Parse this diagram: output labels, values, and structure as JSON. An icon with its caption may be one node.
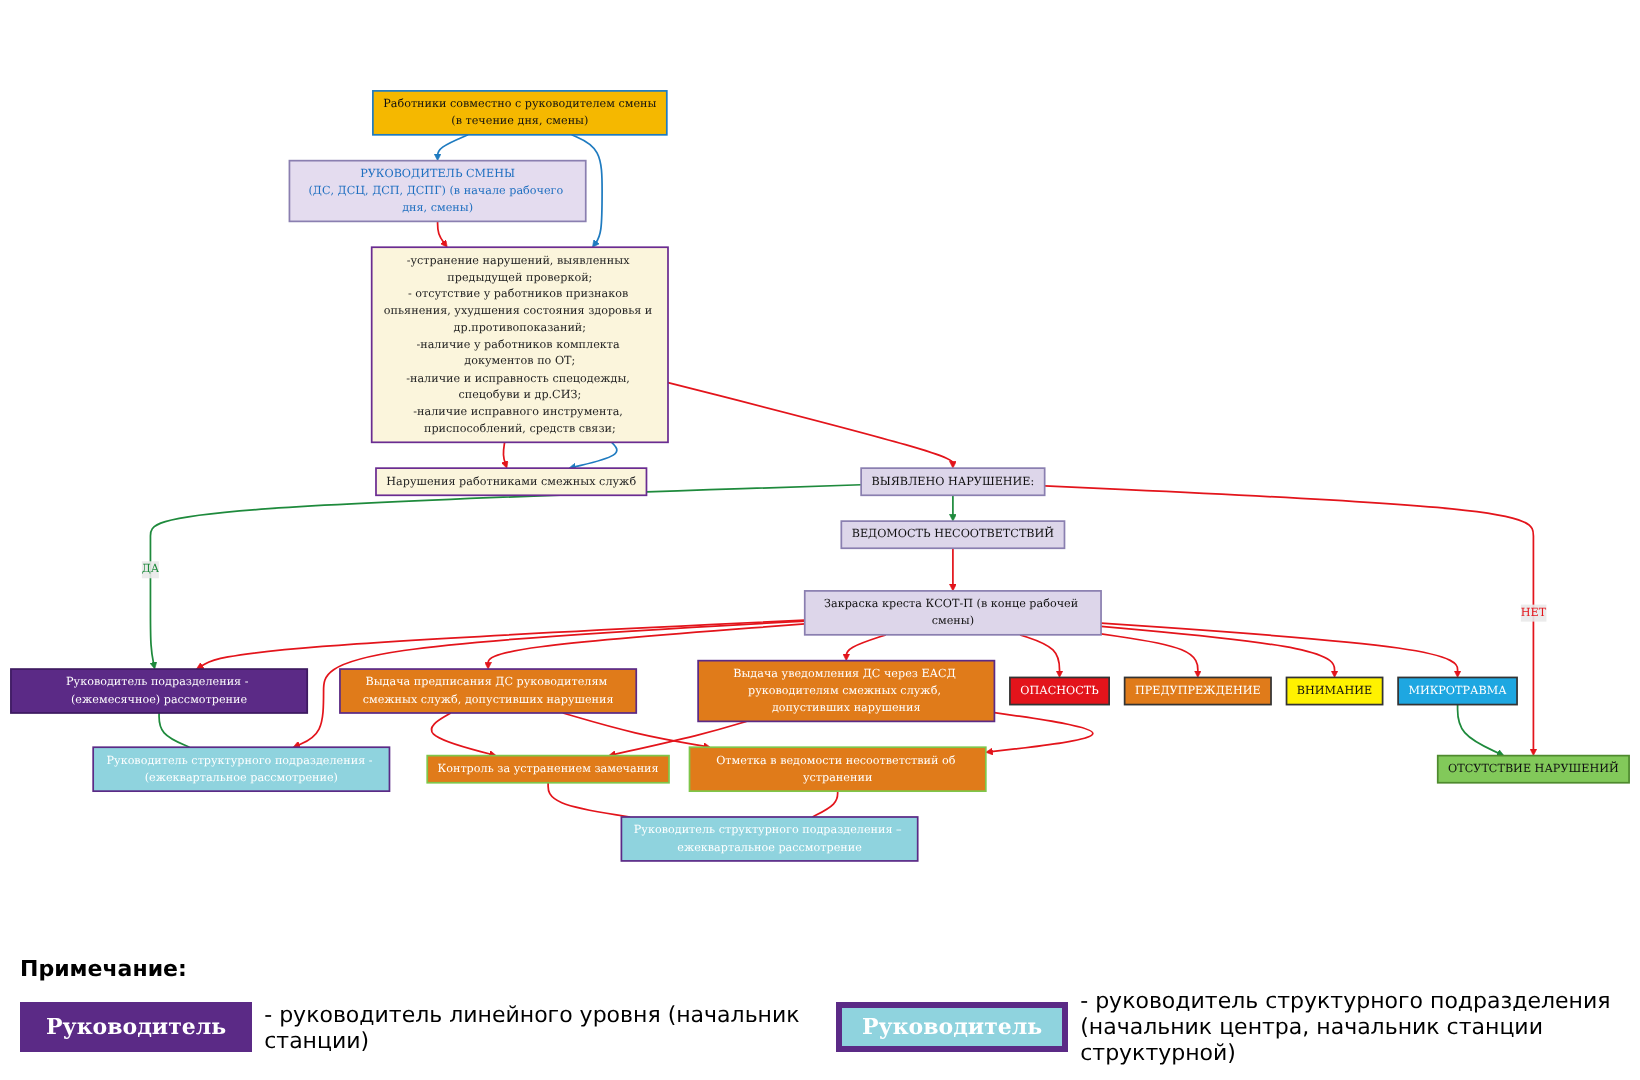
{
  "diagram": {
    "nodes": [
      {
        "text": [
          "РУКОВОДИТЕЛЬ СМЕНЫ",
          "(ДС, ДСЦ, ДСП, ДСПГ) (в начале рабочего дня, смены)"
        ]
      },
      {
        "text": [
          "Работники совместно с руководителем смены",
          "(в течение дня, смены)"
        ]
      },
      {
        "text": [
          "-устранение нарушений, выявленных предыдущей проверкой;",
          "- отсутствие у работников признаков опьянения, ухудшения состояния здоровья и др.противопоказаний;",
          "-наличие у работников комплекта документов по ОТ;",
          "-наличие и исправность спецодежды, спецобуви и др.СИЗ;",
          "-наличие исправного инструмента, приспособлений, средств связи;"
        ]
      },
      {
        "text": [
          "Нарушения работниками смежных служб"
        ]
      },
      {
        "text": [
          "ВЫЯВЛЕНО НАРУШЕНИЕ:"
        ]
      },
      {
        "text": [
          "Руководитель подразделения - (ежемесячное) рассмотрение"
        ]
      },
      {
        "text": [
          "Руководитель структурного подразделения - (ежеквартальное рассмотрение)"
        ]
      },
      {
        "text": [
          "ВЕДОМОСТЬ НЕСООТВЕТСТВИЙ"
        ]
      },
      {
        "text": [
          "Закраска креста КСОТ-П (в конце рабочей смены)"
        ]
      },
      {
        "text": [
          "Выдача предписания ДС руководителям смежных служб, допустивших нарушения"
        ]
      },
      {
        "text": [
          "Выдача уведомления ДС через ЕАСД руководителям смежных служб, допустивших нарушения"
        ]
      },
      {
        "text": [
          "Контроль за устранением замечания"
        ]
      },
      {
        "text": [
          "Отметка в ведомости несоответствий об устранении"
        ]
      },
      {
        "text": [
          "Руководитель структурного подразделения – ежеквартальное рассмотрение"
        ]
      },
      {
        "text": [
          "ОПАСНОСТЬ"
        ]
      },
      {
        "text": [
          "ПРЕДУПРЕЖДЕНИЕ"
        ]
      },
      {
        "text": [
          "ВНИМАНИЕ"
        ]
      },
      {
        "text": [
          "МИКРОТРАВМА"
        ]
      },
      {
        "text": [
          "ОТСУТСТВИЕ НАРУШЕНИЙ"
        ]
      }
    ],
    "edges": [
      {
        "from": 0,
        "to": 2,
        "arrow": "to"
      },
      {
        "from": 1,
        "to": 0,
        "arrow": "to",
        "color": "#1f7bc0"
      },
      {
        "from": 1,
        "to": 2,
        "arrow": "to",
        "color": "#1f7bc0"
      },
      {
        "from": 2,
        "to": 3,
        "arrow": "to"
      },
      {
        "from": 2,
        "to": 3,
        "arrow": "to",
        "color": "#1f7bc0"
      },
      {
        "from": 2,
        "to": 4,
        "arrow": "to"
      },
      {
        "from": 4,
        "to": 5,
        "arrow": "to",
        "label": "ДА",
        "color": "#1e8a3c"
      },
      {
        "from": 4,
        "to": 7,
        "arrow": "to",
        "color": "#1e8a3c"
      },
      {
        "from": 4,
        "to": 18,
        "arrow": "to",
        "label": "НЕТ"
      },
      {
        "from": 7,
        "to": 8,
        "arrow": "to"
      },
      {
        "from": 5,
        "to": 6,
        "arrow": "none",
        "color": "#1e8a3c"
      },
      {
        "from": 8,
        "to": 5,
        "arrow": "to"
      },
      {
        "from": 8,
        "to": 6,
        "arrow": "to"
      },
      {
        "from": 8,
        "to": 9,
        "arrow": "to"
      },
      {
        "from": 8,
        "to": 10,
        "arrow": "to"
      },
      {
        "from": 9,
        "to": 11,
        "arrow": "to"
      },
      {
        "from": 9,
        "to": 12,
        "arrow": "to"
      },
      {
        "from": 10,
        "to": 11,
        "arrow": "to"
      },
      {
        "from": 10,
        "to": 12,
        "arrow": "to"
      },
      {
        "from": 11,
        "to": 13,
        "arrow": "none"
      },
      {
        "from": 12,
        "to": 13,
        "arrow": "none"
      },
      {
        "from": 8,
        "to": 14,
        "arrow": "to"
      },
      {
        "from": 8,
        "to": 15,
        "arrow": "to"
      },
      {
        "from": 8,
        "to": 16,
        "arrow": "to"
      },
      {
        "from": 8,
        "to": 17,
        "arrow": "to"
      },
      {
        "from": 17,
        "to": 18,
        "arrow": "to",
        "color": "#1e8a3c"
      }
    ],
    "labels": [
      "Примечание:",
      "Руководитель",
      "Руководитель"
    ],
    "legend": [
      {
        "text": "- руководитель линейного уровня (начальник станции)",
        "color": "#5b2a86"
      },
      {
        "text": "- руководитель структурного подразделения (начальник центра, начальник станции структурной)",
        "color": "#8fd3de"
      }
    ]
  }
}
